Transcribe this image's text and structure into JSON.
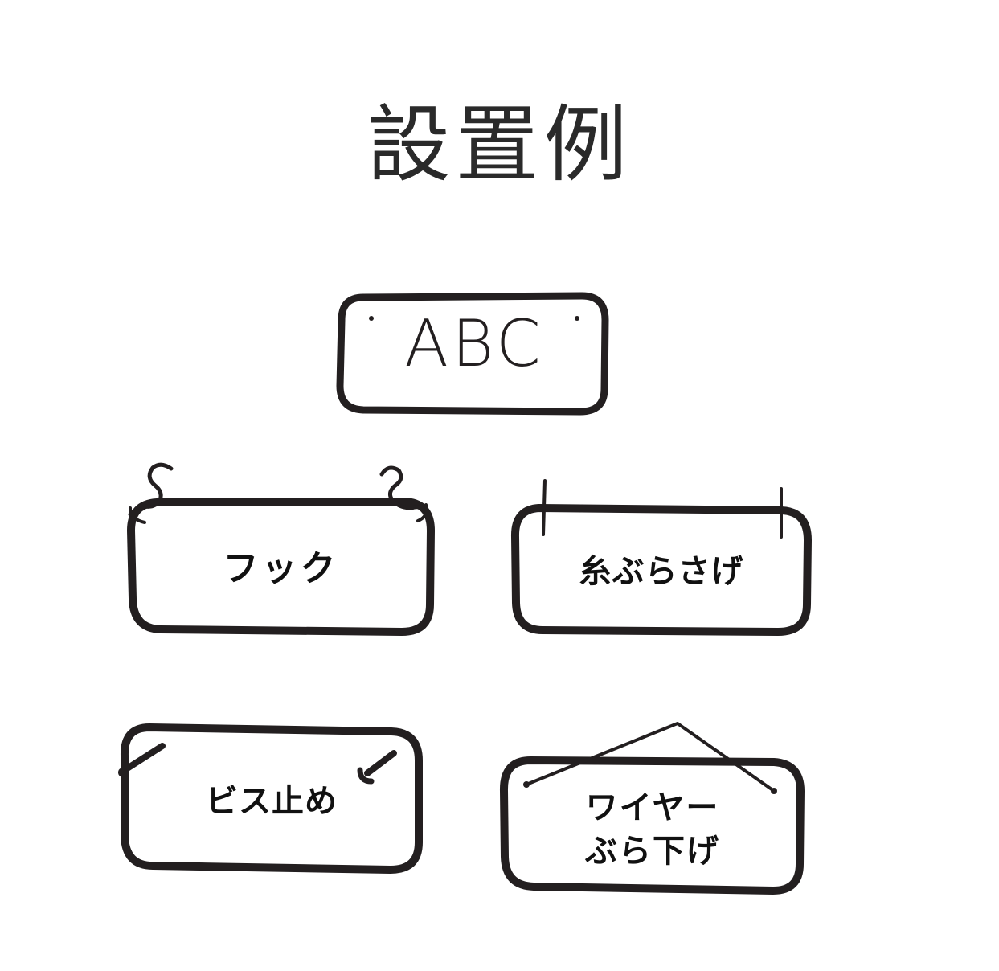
{
  "title": "設置例",
  "sample_sign": {
    "text": "ABC"
  },
  "methods": [
    {
      "label": "フック"
    },
    {
      "label": "糸ぶらさげ"
    },
    {
      "label": "ビス止め"
    },
    {
      "label_line1": "ワイヤー",
      "label_line2": "ぶら下げ"
    }
  ],
  "colors": {
    "ink": "#231f20",
    "background": "#ffffff"
  }
}
